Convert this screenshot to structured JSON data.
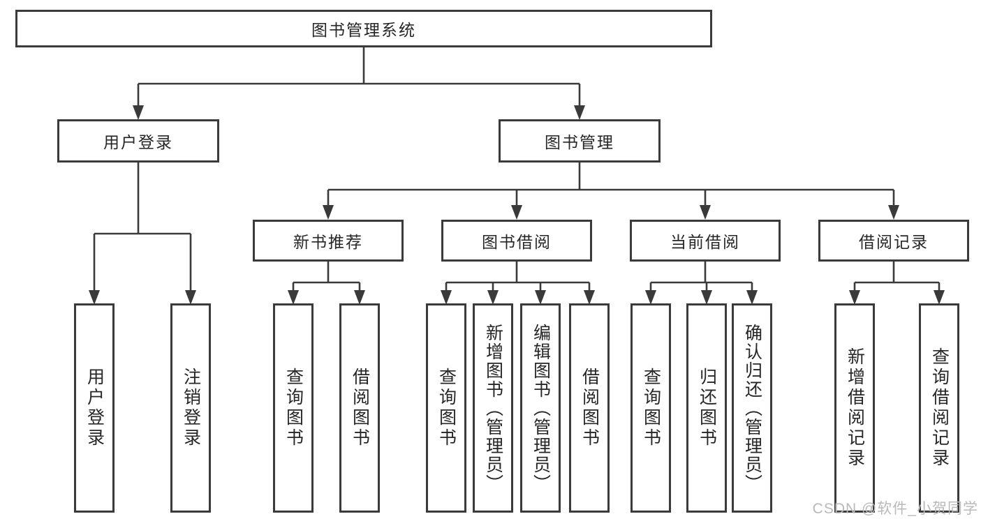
{
  "diagram": {
    "root": {
      "label": "图书管理系统"
    },
    "branches": [
      {
        "label": "用户登录",
        "leaves": [
          {
            "label": "用户登录"
          },
          {
            "label": "注销登录"
          }
        ]
      },
      {
        "label": "图书管理",
        "children": [
          {
            "label": "新书推荐",
            "leaves": [
              {
                "label": "查询图书"
              },
              {
                "label": "借阅图书"
              }
            ]
          },
          {
            "label": "图书借阅",
            "leaves": [
              {
                "label": "查询图书"
              },
              {
                "label": "新增图书（管理员）"
              },
              {
                "label": "编辑图书（管理员）"
              },
              {
                "label": "借阅图书"
              }
            ]
          },
          {
            "label": "当前借阅",
            "leaves": [
              {
                "label": "查询图书"
              },
              {
                "label": "归还图书"
              },
              {
                "label": "确认归还（管理员）"
              }
            ]
          },
          {
            "label": "借阅记录",
            "leaves": [
              {
                "label": "新增借阅记录"
              },
              {
                "label": "查询借阅记录"
              }
            ]
          }
        ]
      }
    ]
  },
  "watermark": {
    "text": "CSDN @软件_小贺同学"
  },
  "colors": {
    "line": "#3a3a3a",
    "text": "#262626",
    "background": "#ffffff",
    "watermark": "#b9b9b9"
  }
}
